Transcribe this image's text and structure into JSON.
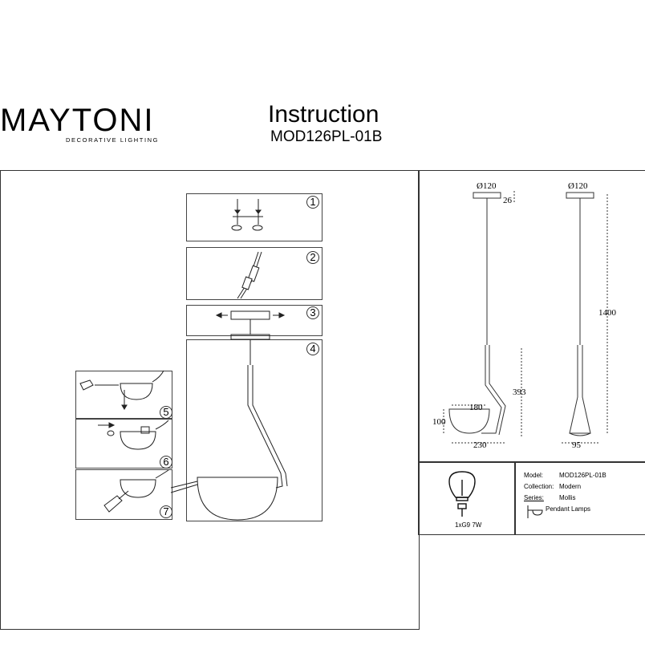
{
  "brand": {
    "name": "MAYTONI",
    "tagline": "DECORATIVE LIGHTING"
  },
  "header": {
    "title": "Instruction",
    "model": "MOD126PL-01B"
  },
  "steps": [
    "1",
    "2",
    "3",
    "4",
    "5",
    "6",
    "7"
  ],
  "dimensions": {
    "canopy_left": "Ø120",
    "canopy_right": "Ø120",
    "canopy_height": "26",
    "total_height": "1400",
    "stem_height": "393",
    "shade_inner": "180",
    "shade_height": "100",
    "shade_width": "230",
    "side_width": "95"
  },
  "specs": {
    "bulb": "1xG9 7W",
    "model_label": "Model:",
    "model_value": "MOD126PL-01B",
    "collection_label": "Collection:",
    "collection_value": "Modern",
    "series_label": "Series:",
    "series_value": "Mollis",
    "type_value": "Pendant Lamps"
  }
}
